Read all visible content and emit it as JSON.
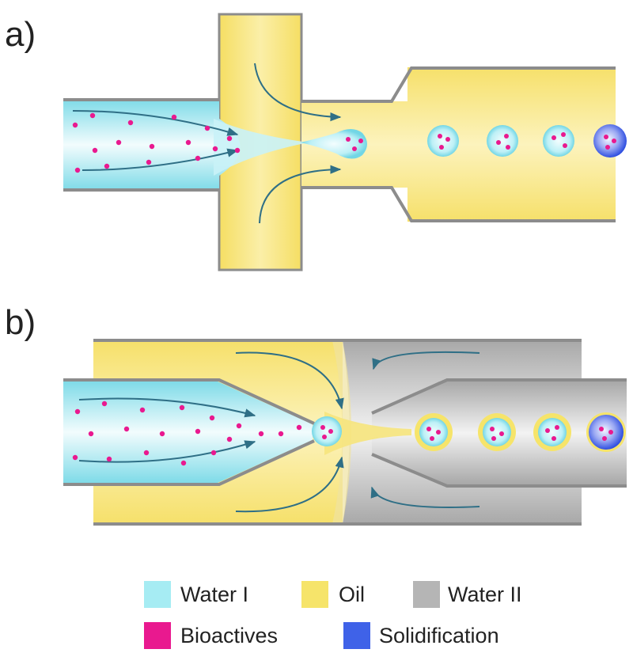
{
  "panels": {
    "a": {
      "label": "a)"
    },
    "b": {
      "label": "b)"
    }
  },
  "legend": {
    "water1": {
      "label": "Water I",
      "color": "#a6ecf3"
    },
    "oil": {
      "label": "Oil",
      "color": "#f6e46a"
    },
    "water2": {
      "label": "Water II",
      "color": "#b5b5b5"
    },
    "bioactives": {
      "label": "Bioactives",
      "color": "#e9198f"
    },
    "solidification": {
      "label": "Solidification",
      "color": "#3f62e8"
    }
  },
  "colors": {
    "water1_light": "#eefbfd",
    "oil_light": "#fbf2b8",
    "water2_light": "#e8e8e8",
    "wall": "#8c8c8c",
    "arrow": "#2f6f86"
  }
}
